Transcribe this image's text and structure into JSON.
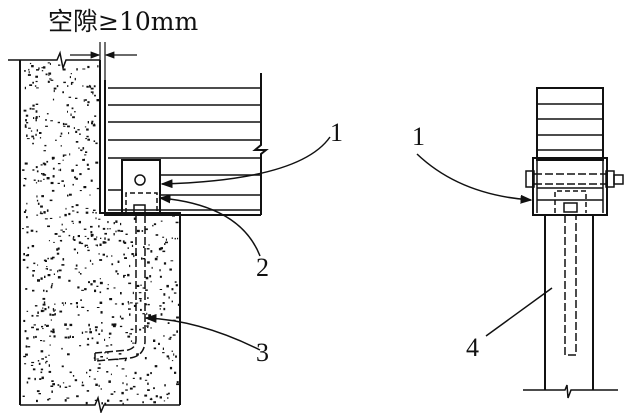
{
  "title": "空隙≥10mm",
  "labels": {
    "l1_left": "1",
    "l2": "2",
    "l3": "3",
    "l1_right": "1",
    "l4": "4"
  },
  "colors": {
    "line": "#111111",
    "background": "#ffffff"
  }
}
